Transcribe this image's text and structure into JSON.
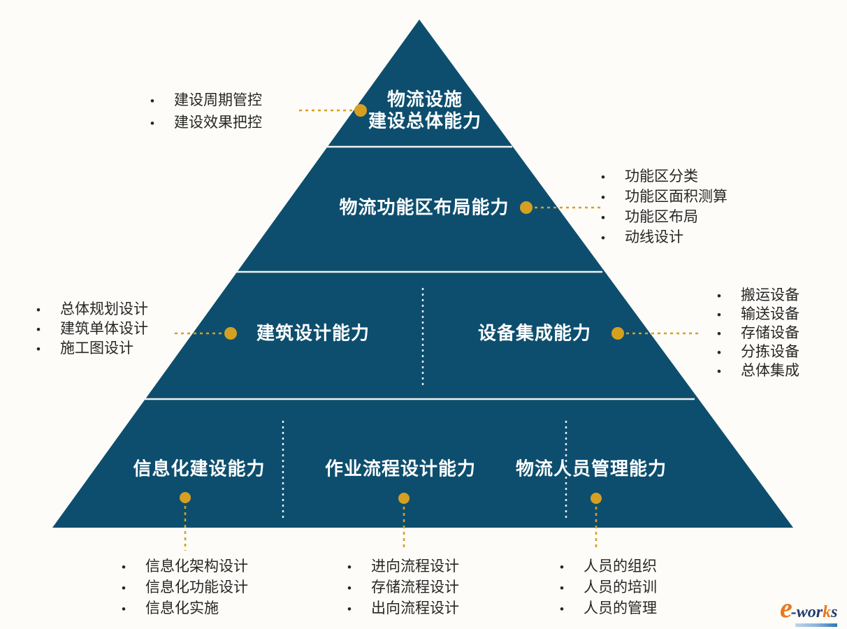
{
  "pyramid": {
    "level1": {
      "line1": "物流设施",
      "line2": "建设总体能力"
    },
    "level2": {
      "label": "物流功能区布局能力"
    },
    "level3": {
      "left": "建筑设计能力",
      "right": "设备集成能力"
    },
    "level4": {
      "left": "信息化建设能力",
      "middle": "作业流程设计能力",
      "right": "物流人员管理能力"
    }
  },
  "annotations": {
    "top_left": [
      "建设周期管控",
      "建设效果把控"
    ],
    "level2_right": [
      "功能区分类",
      "功能区面积测算",
      "功能区布局",
      "动线设计"
    ],
    "level3_left": [
      "总体规划设计",
      "建筑单体设计",
      "施工图设计"
    ],
    "level3_right": [
      "搬运设备",
      "输送设备",
      "存储设备",
      "分拣设备",
      "总体集成"
    ],
    "level4_left": [
      "信息化架构设计",
      "信息化功能设计",
      "信息化实施"
    ],
    "level4_middle": [
      "进向流程设计",
      "存储流程设计",
      "出向流程设计"
    ],
    "level4_right": [
      "人员的组织",
      "人员的培训",
      "人员的管理"
    ]
  },
  "logo": {
    "e": "e",
    "part1": "-wor",
    "part2": "k",
    "part3": "s"
  },
  "colors": {
    "bg-color": "#fdfcf8",
    "pyramid-color": "#0d4e6e",
    "gold-color": "#d5a021",
    "note-text-color": "#262626",
    "logo-navy": "#233a6d",
    "logo-orange": "#e8791e"
  }
}
